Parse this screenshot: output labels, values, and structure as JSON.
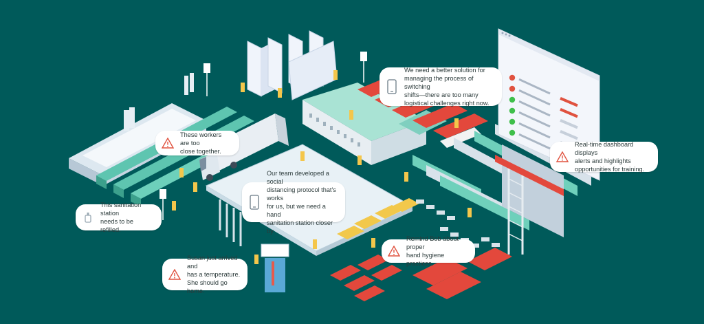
{
  "scene": {
    "background": "#005a5a",
    "accent_alert": "#e0523f",
    "accent_ok": "#3fbf4a"
  },
  "callouts": {
    "workers_close": {
      "text": "These workers are too\nclose together.",
      "icon": "warning-icon"
    },
    "sanitation_refill": {
      "text": "This sanitation station\nneeds to be refilled.",
      "icon": "sanitizer-icon"
    },
    "switching_shifts": {
      "text": "We need a better solution for\nmanaging the process of switching\nshifts—there are too many\nlogistical challenges right now.",
      "icon": "phone-icon"
    },
    "social_distancing": {
      "text": "Our team developed a social\ndistancing protocol that's works\nfor us, but we need a hand\nsanitation station closer by.",
      "icon": "phone-icon"
    },
    "dashboard_alerts": {
      "text": "Real-time dashboard displays\nalerts and highlights\nopportunities for training.",
      "icon": "warning-icon"
    },
    "remind_bob": {
      "text": "Remind Bob about proper\nhand hygiene practices.",
      "icon": "warning-icon"
    },
    "susan_temperature": {
      "text": "Susan just arrived and\nhas a temperature.\nShe should go home.",
      "icon": "warning-icon"
    }
  },
  "dashboard": {
    "rows": [
      {
        "status": "alert"
      },
      {
        "status": "alert"
      },
      {
        "status": "ok"
      },
      {
        "status": "ok"
      },
      {
        "status": "ok"
      },
      {
        "status": "ok"
      }
    ]
  }
}
